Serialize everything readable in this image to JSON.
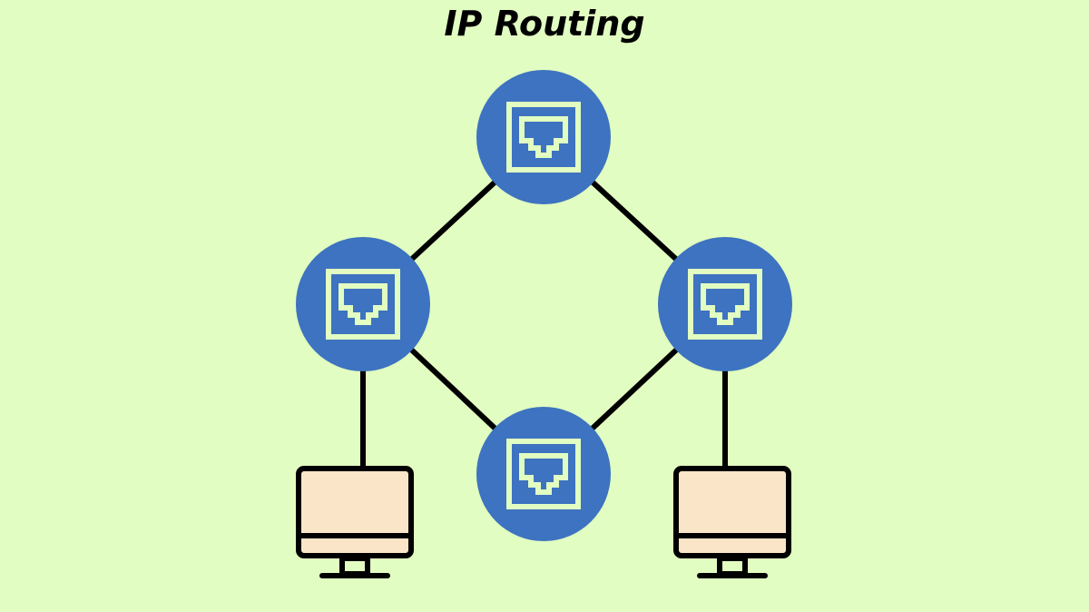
{
  "title": "IP Routing",
  "colors": {
    "background": "#e2fdc1",
    "router_fill": "#3d73c0",
    "port_stroke": "#e2fdc1",
    "link_stroke": "#000000",
    "monitor_screen": "#fae5c8",
    "monitor_outline": "#000000"
  },
  "nodes": [
    {
      "id": "router-top",
      "kind": "router",
      "icon": "ethernet-port-icon"
    },
    {
      "id": "router-left",
      "kind": "router",
      "icon": "ethernet-port-icon"
    },
    {
      "id": "router-right",
      "kind": "router",
      "icon": "ethernet-port-icon"
    },
    {
      "id": "router-bottom",
      "kind": "router",
      "icon": "ethernet-port-icon"
    },
    {
      "id": "computer-left",
      "kind": "computer",
      "icon": "monitor-icon"
    },
    {
      "id": "computer-right",
      "kind": "computer",
      "icon": "monitor-icon"
    }
  ],
  "links": [
    {
      "from": "router-top",
      "to": "router-left"
    },
    {
      "from": "router-top",
      "to": "router-right"
    },
    {
      "from": "router-left",
      "to": "router-bottom"
    },
    {
      "from": "router-right",
      "to": "router-bottom"
    },
    {
      "from": "router-left",
      "to": "computer-left"
    },
    {
      "from": "router-right",
      "to": "computer-right"
    }
  ]
}
